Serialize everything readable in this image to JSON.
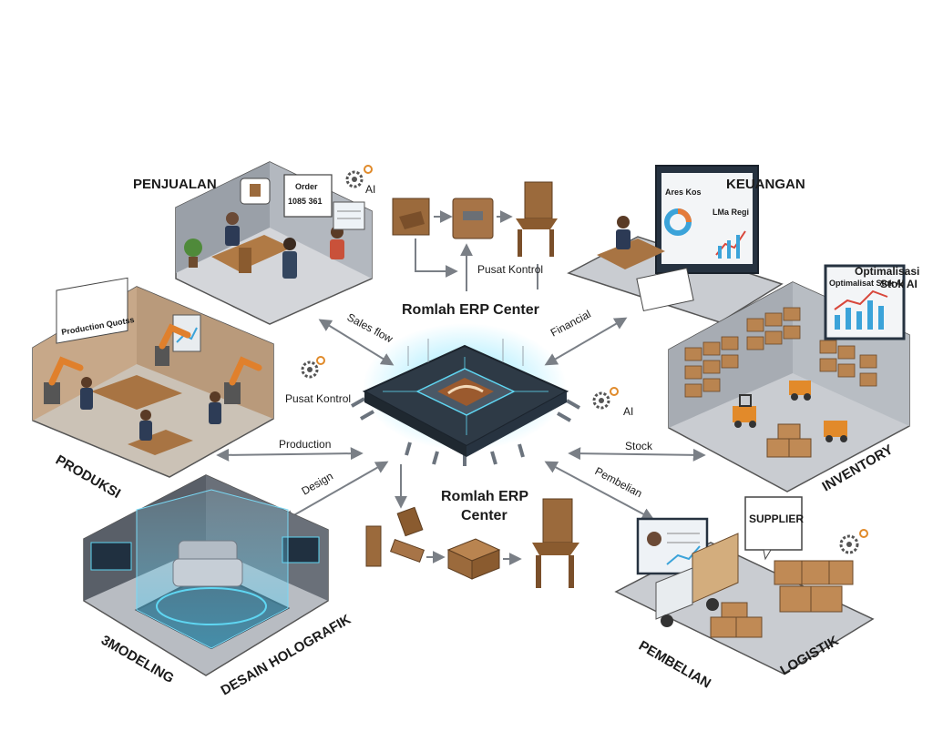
{
  "center": {
    "title_top": "Romlah ERP Center",
    "title_bottom_line1": "Romlah ERP",
    "title_bottom_line2": "Center",
    "pusat_kontrol_top": "Pusat Kontrol",
    "pusat_kontrol_left": "Pusat Kontrol",
    "ai_left": "AI"
  },
  "modules": {
    "penjualan": {
      "label": "PENJUALAN",
      "ai": "AI",
      "order_line1": "Order",
      "order_line2": "1085 361"
    },
    "keuangan": {
      "label": "KEUANGAN",
      "screen_left": "Ares Kos",
      "screen_right": "LMa Regi"
    },
    "produksi": {
      "label": "PRODUKSI",
      "board": "Production Quotss"
    },
    "inventory": {
      "label": "INVENTORY",
      "callout_line1": "Optimalisasi",
      "callout_line2": "Stok AI",
      "screen": "Optimalisat Stok AI"
    },
    "modeling": {
      "label_a": "3MODELING",
      "label_b": "DESAIN HOLOGRAFIK"
    },
    "pembelian": {
      "label_a": "PEMBELIAN",
      "label_b": "LOGISTIK",
      "supplier": "SUPPLIER"
    }
  },
  "flows": {
    "sales": "Sales flow",
    "financial": "Financial",
    "production": "Production",
    "stock": "Stock",
    "design": "Design",
    "pembelian": "Pembelian"
  },
  "colors": {
    "chip_body": "#2e3a46",
    "chip_glow": "#5fd6f2",
    "wood": "#9b6a3c",
    "floor": "#c9ccd1",
    "wall": "#8d9198"
  }
}
